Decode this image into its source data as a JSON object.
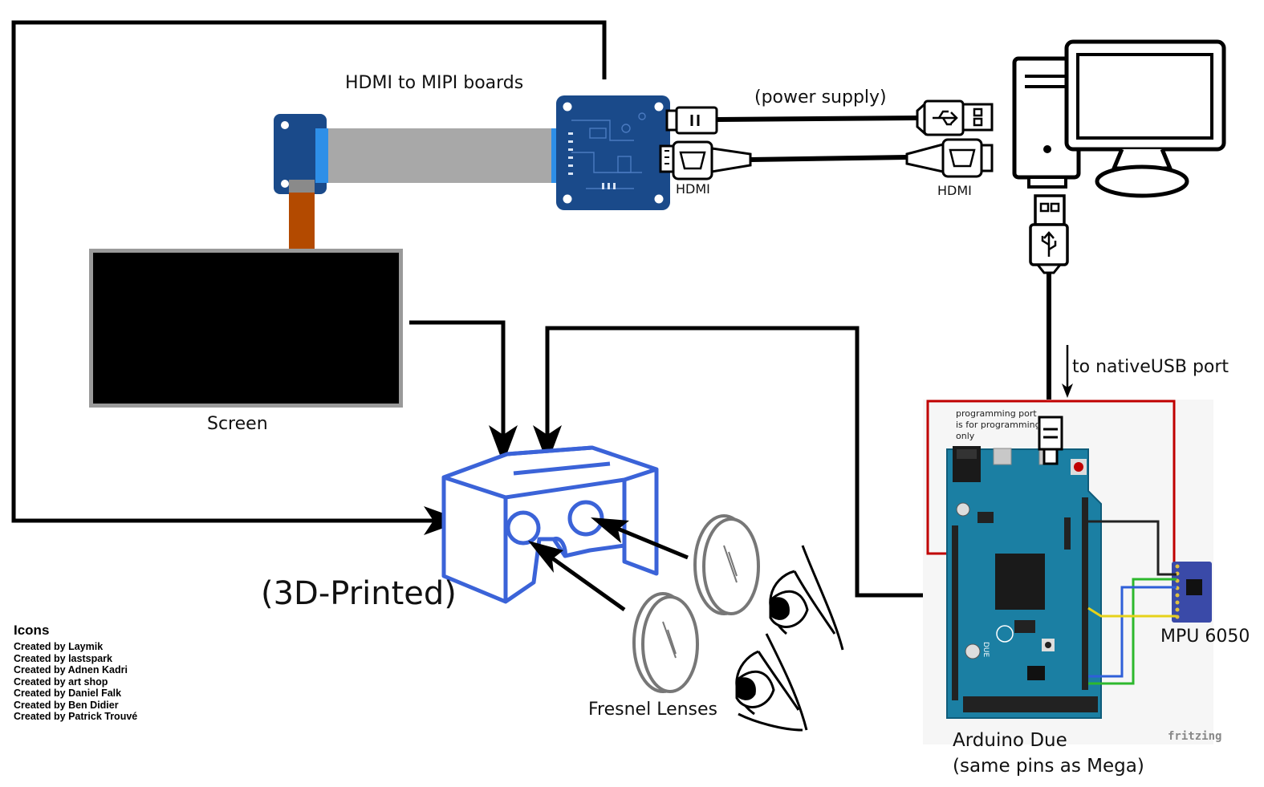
{
  "labels": {
    "hdmi_mipi": "HDMI to MIPI boards",
    "power_supply": "(power supply)",
    "hdmi_left": "HDMI",
    "hdmi_right": "HDMI",
    "screen": "Screen",
    "to_native_usb": "to nativeUSB port",
    "programming_note": [
      "programming port",
      "is for programming",
      "only"
    ],
    "printed": "(3D-Printed)",
    "fresnel": "Fresnel Lenses",
    "arduino_line1": "Arduino Due",
    "arduino_line2": "(same pins as Mega)",
    "mpu": "MPU 6050",
    "fritzing": "fritzing",
    "due_logo": "DUE"
  },
  "credits": {
    "title": "Icons",
    "lines": [
      "Created by Laymik",
      "Created by lastspark",
      "Created by Adnen Kadri",
      "Created by art shop",
      "Created by Daniel Falk",
      "Created by Ben Didier",
      "Created by Patrick Trouvé"
    ]
  },
  "icons": [
    "hdmi-mipi-board-icon",
    "screen-icon",
    "computer-icon",
    "usb-plug-icon",
    "hdmi-plug-icon",
    "vr-headset-icon",
    "fresnel-lens-icon",
    "eye-icon",
    "arduino-due-board-icon",
    "mpu6050-sensor-icon"
  ],
  "colors": {
    "board_blue": "#1a4a8a",
    "ribbon_gray": "#a8a8a8",
    "ribbon_blue": "#2e8fe8",
    "flex_orange": "#b34a00",
    "headset_blue": "#3b63d8",
    "arduino_teal": "#1b7fa3",
    "wire_red": "#c00000",
    "wire_green": "#2db82d",
    "wire_blue": "#2f5fd8",
    "wire_yellow": "#e6d21a"
  }
}
